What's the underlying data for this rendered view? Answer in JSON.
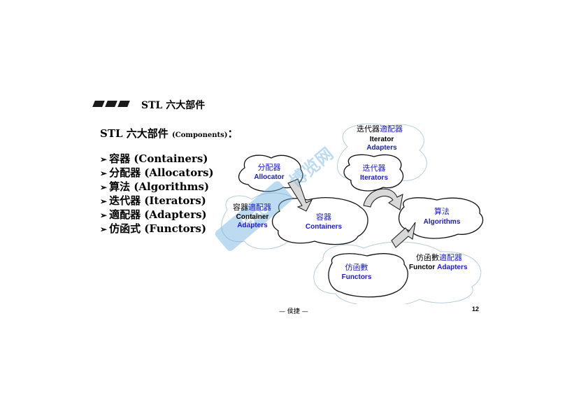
{
  "header": {
    "title": "STL 六大部件"
  },
  "subtitle": {
    "main": "STL 六大部件 ",
    "paren": "(Components)",
    "colon": "："
  },
  "list": [
    "容器 (Containers)",
    "分配器 (Allocators)",
    "算法 (Algorithms)",
    "迭代器 (Iterators)",
    "適配器 (Adapters)",
    "仿函式 (Functors)"
  ],
  "list_marker": "➢",
  "diagram": {
    "iterator_adapters": {
      "cn_a": "迭代器",
      "cn_b": "適配器",
      "en_a": "Iterator",
      "en_b": "Adapters"
    },
    "allocator": {
      "cn": "分配器",
      "en": "Allocator"
    },
    "iterators": {
      "cn": "迭代器",
      "en": "Iterators"
    },
    "container_adapters": {
      "cn_a": "容器",
      "cn_b": "適配器",
      "en_a": "Container",
      "en_b": "Adapters"
    },
    "containers": {
      "cn": "容器",
      "en": "Containers"
    },
    "algorithms": {
      "cn": "算法",
      "en": "Algorithms"
    },
    "functor_adapters": {
      "cn_a": "仿函數",
      "cn_b": "適配器",
      "en_a": "Functor",
      "en_b": "Adapters"
    },
    "functors": {
      "cn": "仿函數",
      "en": "Functors"
    }
  },
  "watermark": "博览网",
  "footer": {
    "author": "— 侯捷 —",
    "page": "12"
  },
  "colors": {
    "blue": "#1a1acc",
    "cloud_stroke": "#b8ccd8",
    "watermark": "#6fb0e0"
  }
}
